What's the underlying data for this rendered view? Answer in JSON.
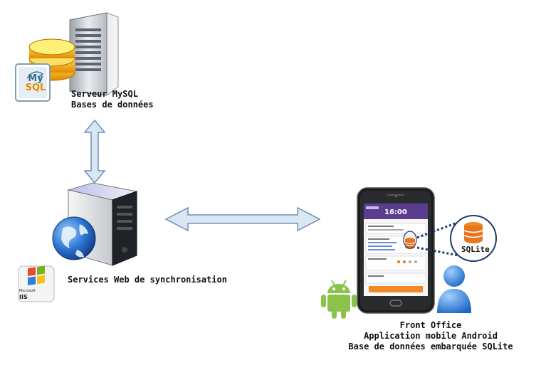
{
  "mysql_server": {
    "logo_text_top": "My",
    "logo_text_bottom": "SQL",
    "lines": [
      "Serveur MySQL",
      "Bases de données"
    ]
  },
  "web_services": {
    "iis_brand": "Microsoft",
    "iis_name": "IIS",
    "label": "Services Web de synchronisation"
  },
  "phone": {
    "time": "16:00",
    "sqlite_label": "SQLite"
  },
  "front_office": {
    "lines": [
      "Front Office",
      "Application mobile Android",
      "Base de données embarquée SQLite"
    ]
  },
  "colors": {
    "arrow_fill": "#dbe6f3",
    "arrow_stroke": "#6f8fb8",
    "phone_header": "#5b3d8f",
    "android_green": "#8bc34a",
    "user_blue": "#2f7fd6",
    "sqlite_orange": "#e8741e",
    "dotted_line": "#1f3a6e"
  }
}
